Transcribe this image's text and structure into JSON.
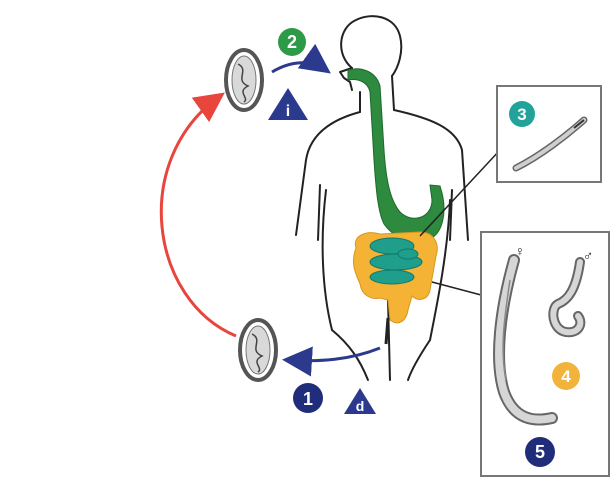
{
  "stages": [
    {
      "number": "1",
      "color": "#1f2d7a"
    },
    {
      "number": "2",
      "color": "#2d9a48"
    },
    {
      "number": "3",
      "color": "#21a39a"
    },
    {
      "number": "4",
      "color": "#f2b33d"
    },
    {
      "number": "5",
      "color": "#1f2d7a"
    }
  ],
  "markers": {
    "infective": "i",
    "diagnostic": "d"
  },
  "sex_symbols": {
    "female": "♀",
    "male": "♂"
  },
  "colors": {
    "esophagus_stomach": "#2d8a3e",
    "small_intestine": "#1f9e8c",
    "large_intestine": "#f5b335",
    "transmission_arrow": "#e8453c",
    "flow_arrow": "#2b3a8c",
    "triangle_marker": "#2b3a8c",
    "outline": "#222222"
  },
  "icons": [
    "egg-icon",
    "larva-icon",
    "female-worm-icon",
    "male-worm-icon",
    "human-body-outline",
    "digestive-tract"
  ]
}
